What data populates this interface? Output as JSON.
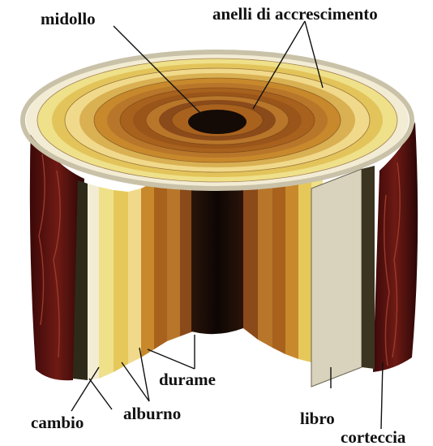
{
  "labels": {
    "midollo": "midollo",
    "anelli": "anelli di accrescimento",
    "durame": "durame",
    "cambio": "cambio",
    "alburno": "alburno",
    "libro": "libro",
    "corteccia": "corteccia"
  },
  "colors": {
    "bark": "#5a1010",
    "bark_dark": "#2e0808",
    "pith": "#140a06",
    "libro_panel": "#d9d3bd",
    "ring_light": "#efe08a",
    "ring_mid": "#d49a3a",
    "ring_dark": "#8a4a1a"
  },
  "icons": {
    "log": "tree-trunk-cross-section-illustration"
  }
}
